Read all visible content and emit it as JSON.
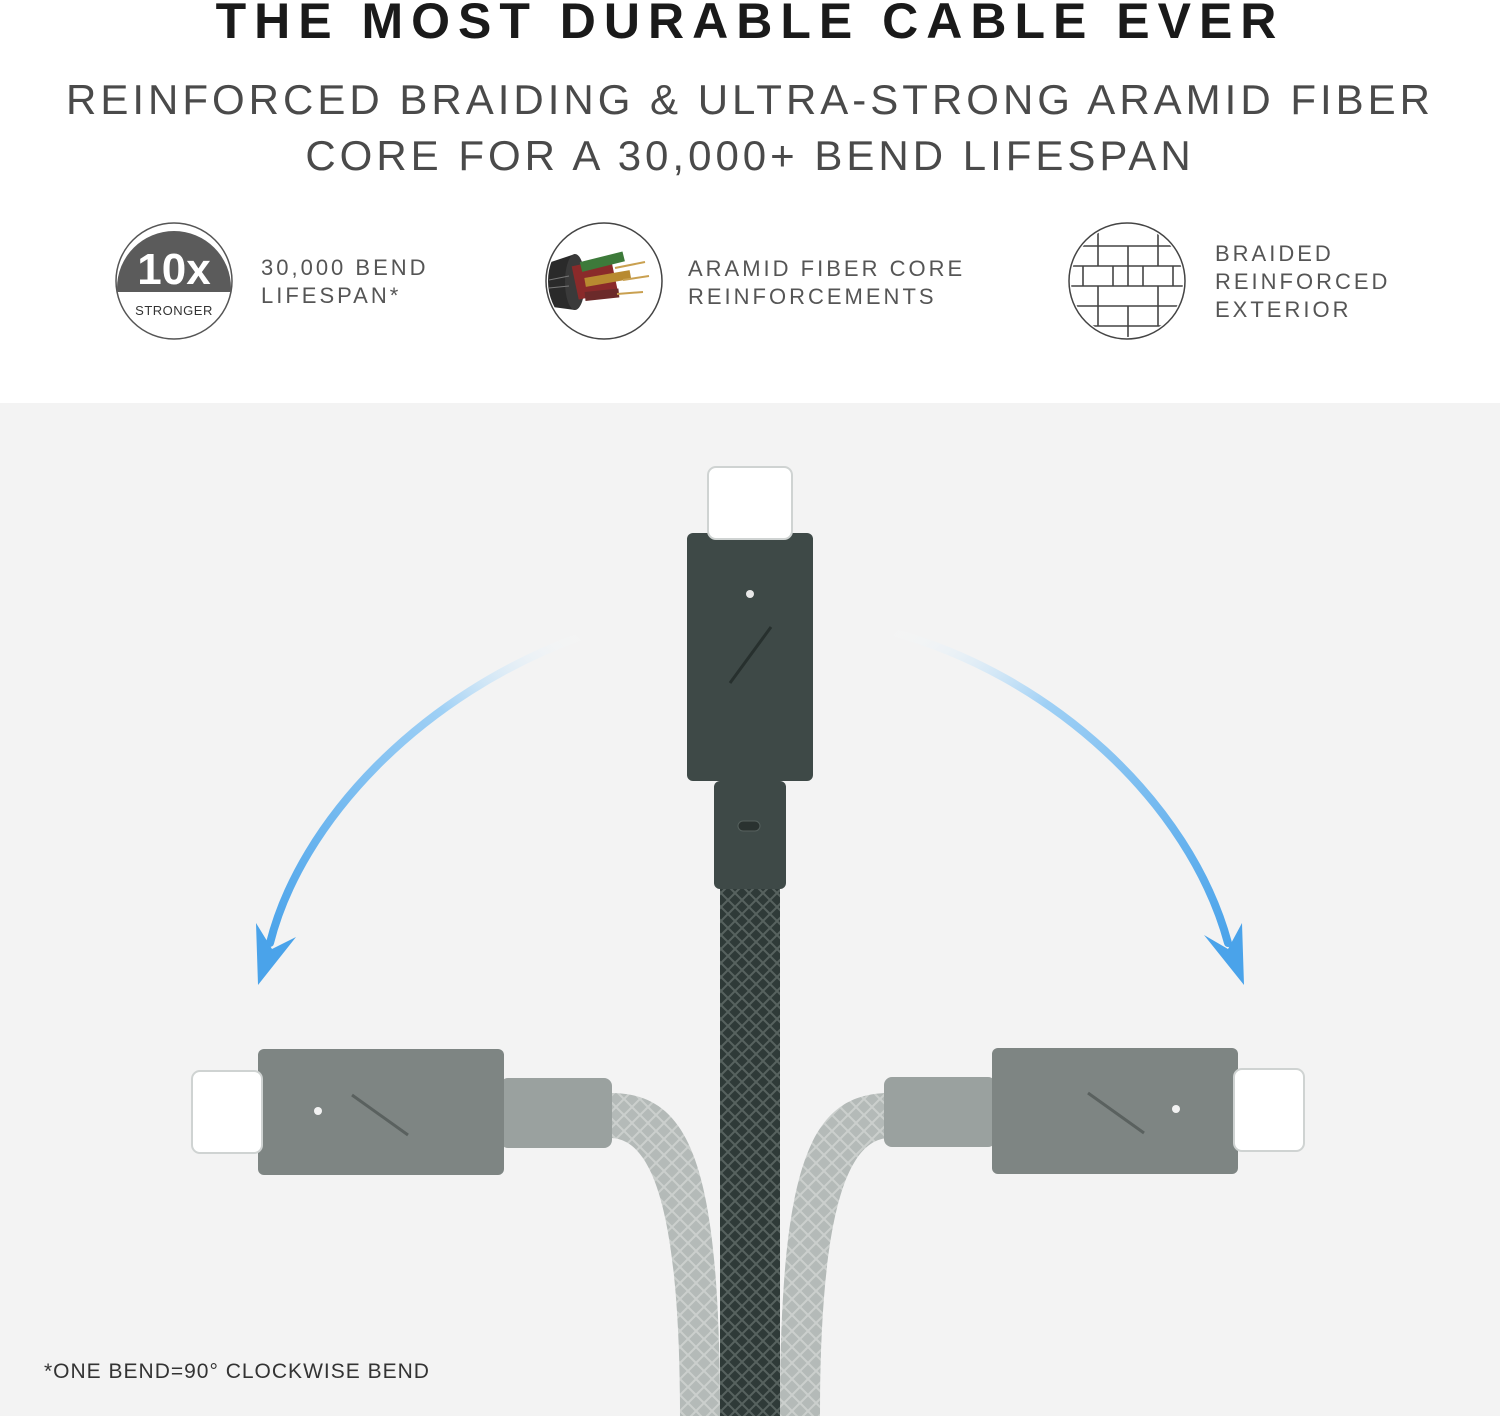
{
  "header": {
    "title": "THE MOST DURABLE CABLE EVER",
    "subtitle_line1": "REINFORCED BRAIDING & ULTRA-STRONG ARAMID FIBER",
    "subtitle_line2": "CORE FOR A 30,000+ BEND LIFESPAN"
  },
  "features": [
    {
      "badge_value": "10x",
      "badge_caption": "STRONGER",
      "icon": "10x-stronger-badge-icon",
      "label_lines": [
        "30,000 BEND",
        "LIFESPAN*"
      ]
    },
    {
      "icon": "cable-cross-section-icon",
      "label_lines": [
        "ARAMID FIBER CORE",
        "REINFORCEMENTS"
      ]
    },
    {
      "icon": "braid-pattern-icon",
      "label_lines": [
        "BRAIDED",
        "REINFORCED",
        "EXTERIOR"
      ]
    }
  ],
  "footnote": "*ONE BEND=90° CLOCKWISE BEND",
  "colors": {
    "arrow": "#5aaeea",
    "connector_dark": "#3e4947",
    "connector_light": "#7e8583",
    "cable_dark": "#2f3a38",
    "background_photo": "#f3f3f3"
  }
}
